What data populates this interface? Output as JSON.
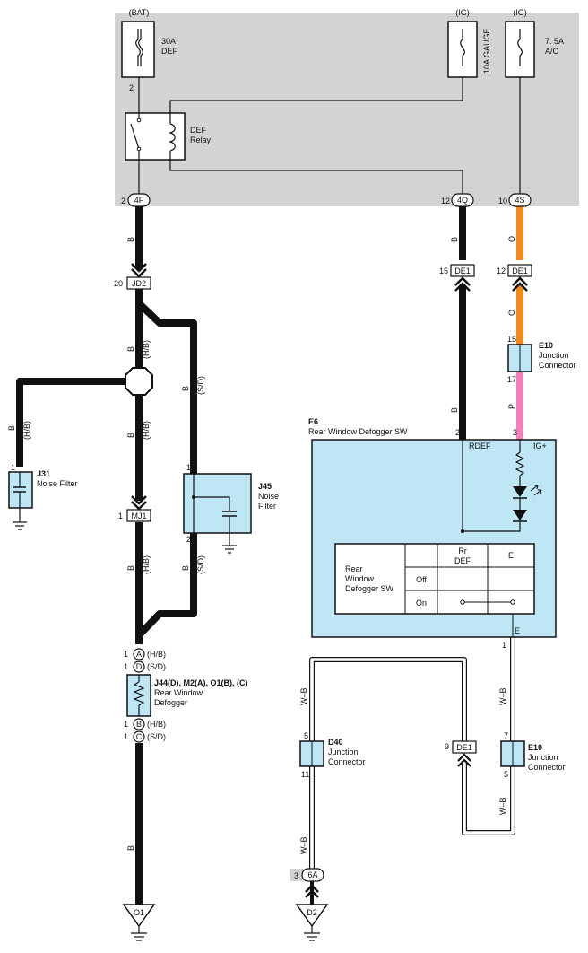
{
  "fuses": {
    "def": {
      "source": "(BAT)",
      "rating": "30A",
      "name": "DEF",
      "pin": "2"
    },
    "gauge": {
      "source": "(IG)",
      "label": "10A GAUGE"
    },
    "ac": {
      "source": "(IG)",
      "rating": "7. 5A",
      "name": "A/C"
    }
  },
  "relay": {
    "line1": "DEF",
    "line2": "Relay"
  },
  "junction_connectors": {
    "4F": {
      "code": "4F",
      "pin": "2"
    },
    "4Q": {
      "code": "4Q",
      "pin": "12"
    },
    "4S": {
      "code": "4S",
      "pin": "10"
    },
    "6A": {
      "code": "6A",
      "pin": "3"
    }
  },
  "connectors": {
    "JD2": {
      "code": "JD2",
      "pin": "20"
    },
    "DE1_a": {
      "code": "DE1",
      "pin": "15"
    },
    "DE1_b": {
      "code": "DE1",
      "pin": "12"
    },
    "DE1_c": {
      "code": "DE1",
      "pin": "9"
    },
    "MJ1": {
      "code": "MJ1",
      "pin": "1"
    }
  },
  "wire_colors": {
    "b": "B",
    "hb": "(H/B)",
    "sd": "(S/D)",
    "o": "O",
    "p": "P",
    "wb": "W–B"
  },
  "components": {
    "J31": {
      "id": "J31",
      "name": "Noise Filter",
      "pin": "1"
    },
    "J45": {
      "id": "J45",
      "line1": "Noise",
      "line2": "Filter",
      "pin_top": "1",
      "pin_bottom": "2"
    },
    "E10_top": {
      "id": "E10",
      "line1": "Junction",
      "line2": "Connector",
      "pin_top": "15",
      "pin_bottom": "17"
    },
    "E6": {
      "id": "E6",
      "name": "Rear Window Defogger SW",
      "pin_rdef": "2",
      "pin_ig": "3",
      "pin_e": "1",
      "rdef": "RDEF",
      "ig": "IG+",
      "e": "E"
    },
    "J44": {
      "id": "J44(D), M2(A), O1(B), (C)",
      "line1": "Rear Window",
      "line2": "Defogger",
      "pin_a": "1",
      "pin_d": "1",
      "pin_b": "1",
      "pin_c": "1",
      "a": "A",
      "d": "D",
      "bb": "B",
      "c": "C"
    },
    "D40": {
      "id": "D40",
      "line1": "Junction",
      "line2": "Connector",
      "pin_top": "5",
      "pin_bottom": "11"
    },
    "E10_bottom": {
      "id": "E10",
      "line1": "Junction",
      "line2": "Connector",
      "pin_top": "7",
      "pin_bottom": "5"
    }
  },
  "switch_table": {
    "title1": "Rear",
    "title2": "Window",
    "title3": "Defogger SW",
    "col1a": "Rr",
    "col1b": "DEF",
    "col2": "E",
    "row1": "Off",
    "row2": "On"
  },
  "grounds": {
    "O1": "O1",
    "D2": "D2"
  },
  "colors": {
    "panel": "#d3d3d3",
    "component": "#bfe6f5",
    "orange_wire": "#f08a1c",
    "pink_wire": "#ee82b8"
  }
}
